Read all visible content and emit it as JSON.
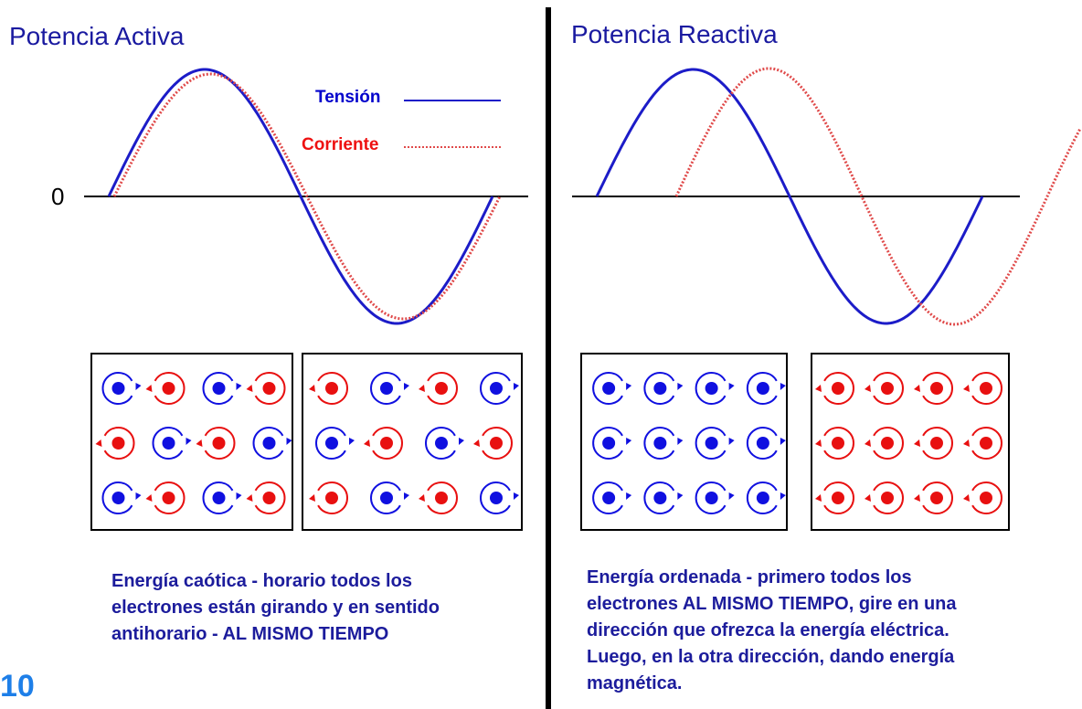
{
  "left_panel": {
    "title": "Potencia Activa",
    "zero_label": "0",
    "legend_voltage": "Tensión",
    "legend_current": "Corriente",
    "caption_lines": [
      "Energía caótica - horario todos los",
      "electrones están girando y en sentido",
      "antihorario -  AL MISMO TIEMPO"
    ]
  },
  "right_panel": {
    "title": "Potencia Reactiva",
    "caption_lines": [
      "Energía ordenada - primero todos los",
      "electrones AL MISMO TIEMPO, gire en una",
      "dirección que ofrezca la energía eléctrica.",
      "Luego, en la otra dirección, dando energía",
      "magnética."
    ]
  },
  "page_number": "10",
  "colors": {
    "voltage": "#1c1cc8",
    "current": "#e04a4a",
    "electron_blue": "#1010e0",
    "electron_red": "#e81010",
    "axis": "#000000",
    "divider": "#000000"
  },
  "electron_boxes": [
    {
      "name": "left-box-1",
      "pattern": [
        "b",
        "r",
        "b",
        "r",
        "r",
        "b",
        "r",
        "b",
        "b",
        "r",
        "b",
        "r"
      ]
    },
    {
      "name": "left-box-2",
      "pattern": [
        "r",
        "b",
        "r",
        "b",
        "b",
        "r",
        "b",
        "r",
        "r",
        "b",
        "r",
        "b"
      ]
    },
    {
      "name": "right-box-1",
      "pattern": [
        "b",
        "b",
        "b",
        "b",
        "b",
        "b",
        "b",
        "b",
        "b",
        "b",
        "b",
        "b"
      ]
    },
    {
      "name": "right-box-2",
      "pattern": [
        "r",
        "r",
        "r",
        "r",
        "r",
        "r",
        "r",
        "r",
        "r",
        "r",
        "r",
        "r"
      ]
    }
  ]
}
